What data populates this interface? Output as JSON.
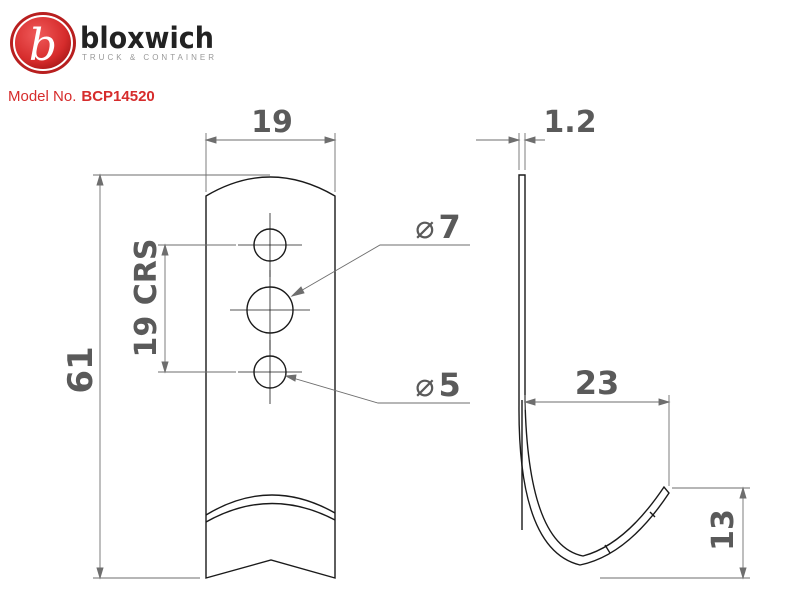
{
  "brand": {
    "name": "bloxwich",
    "tagline": "TRUCK & CONTAINER",
    "logo_letter": "b",
    "color": "#d62c2c"
  },
  "model": {
    "label": "Model No.",
    "number": "BCP14520"
  },
  "dimensions": {
    "width": "19",
    "thickness": "1.2",
    "height": "61",
    "hole_centres": "19 CRS",
    "large_hole": "7",
    "small_hole": "5",
    "projection": "23",
    "hook_height": "13",
    "diameter_symbol": "⌀"
  },
  "colors": {
    "outline": "#1a1a1a",
    "dimension": "#6e6e6e",
    "text": "#5a5a5a"
  }
}
